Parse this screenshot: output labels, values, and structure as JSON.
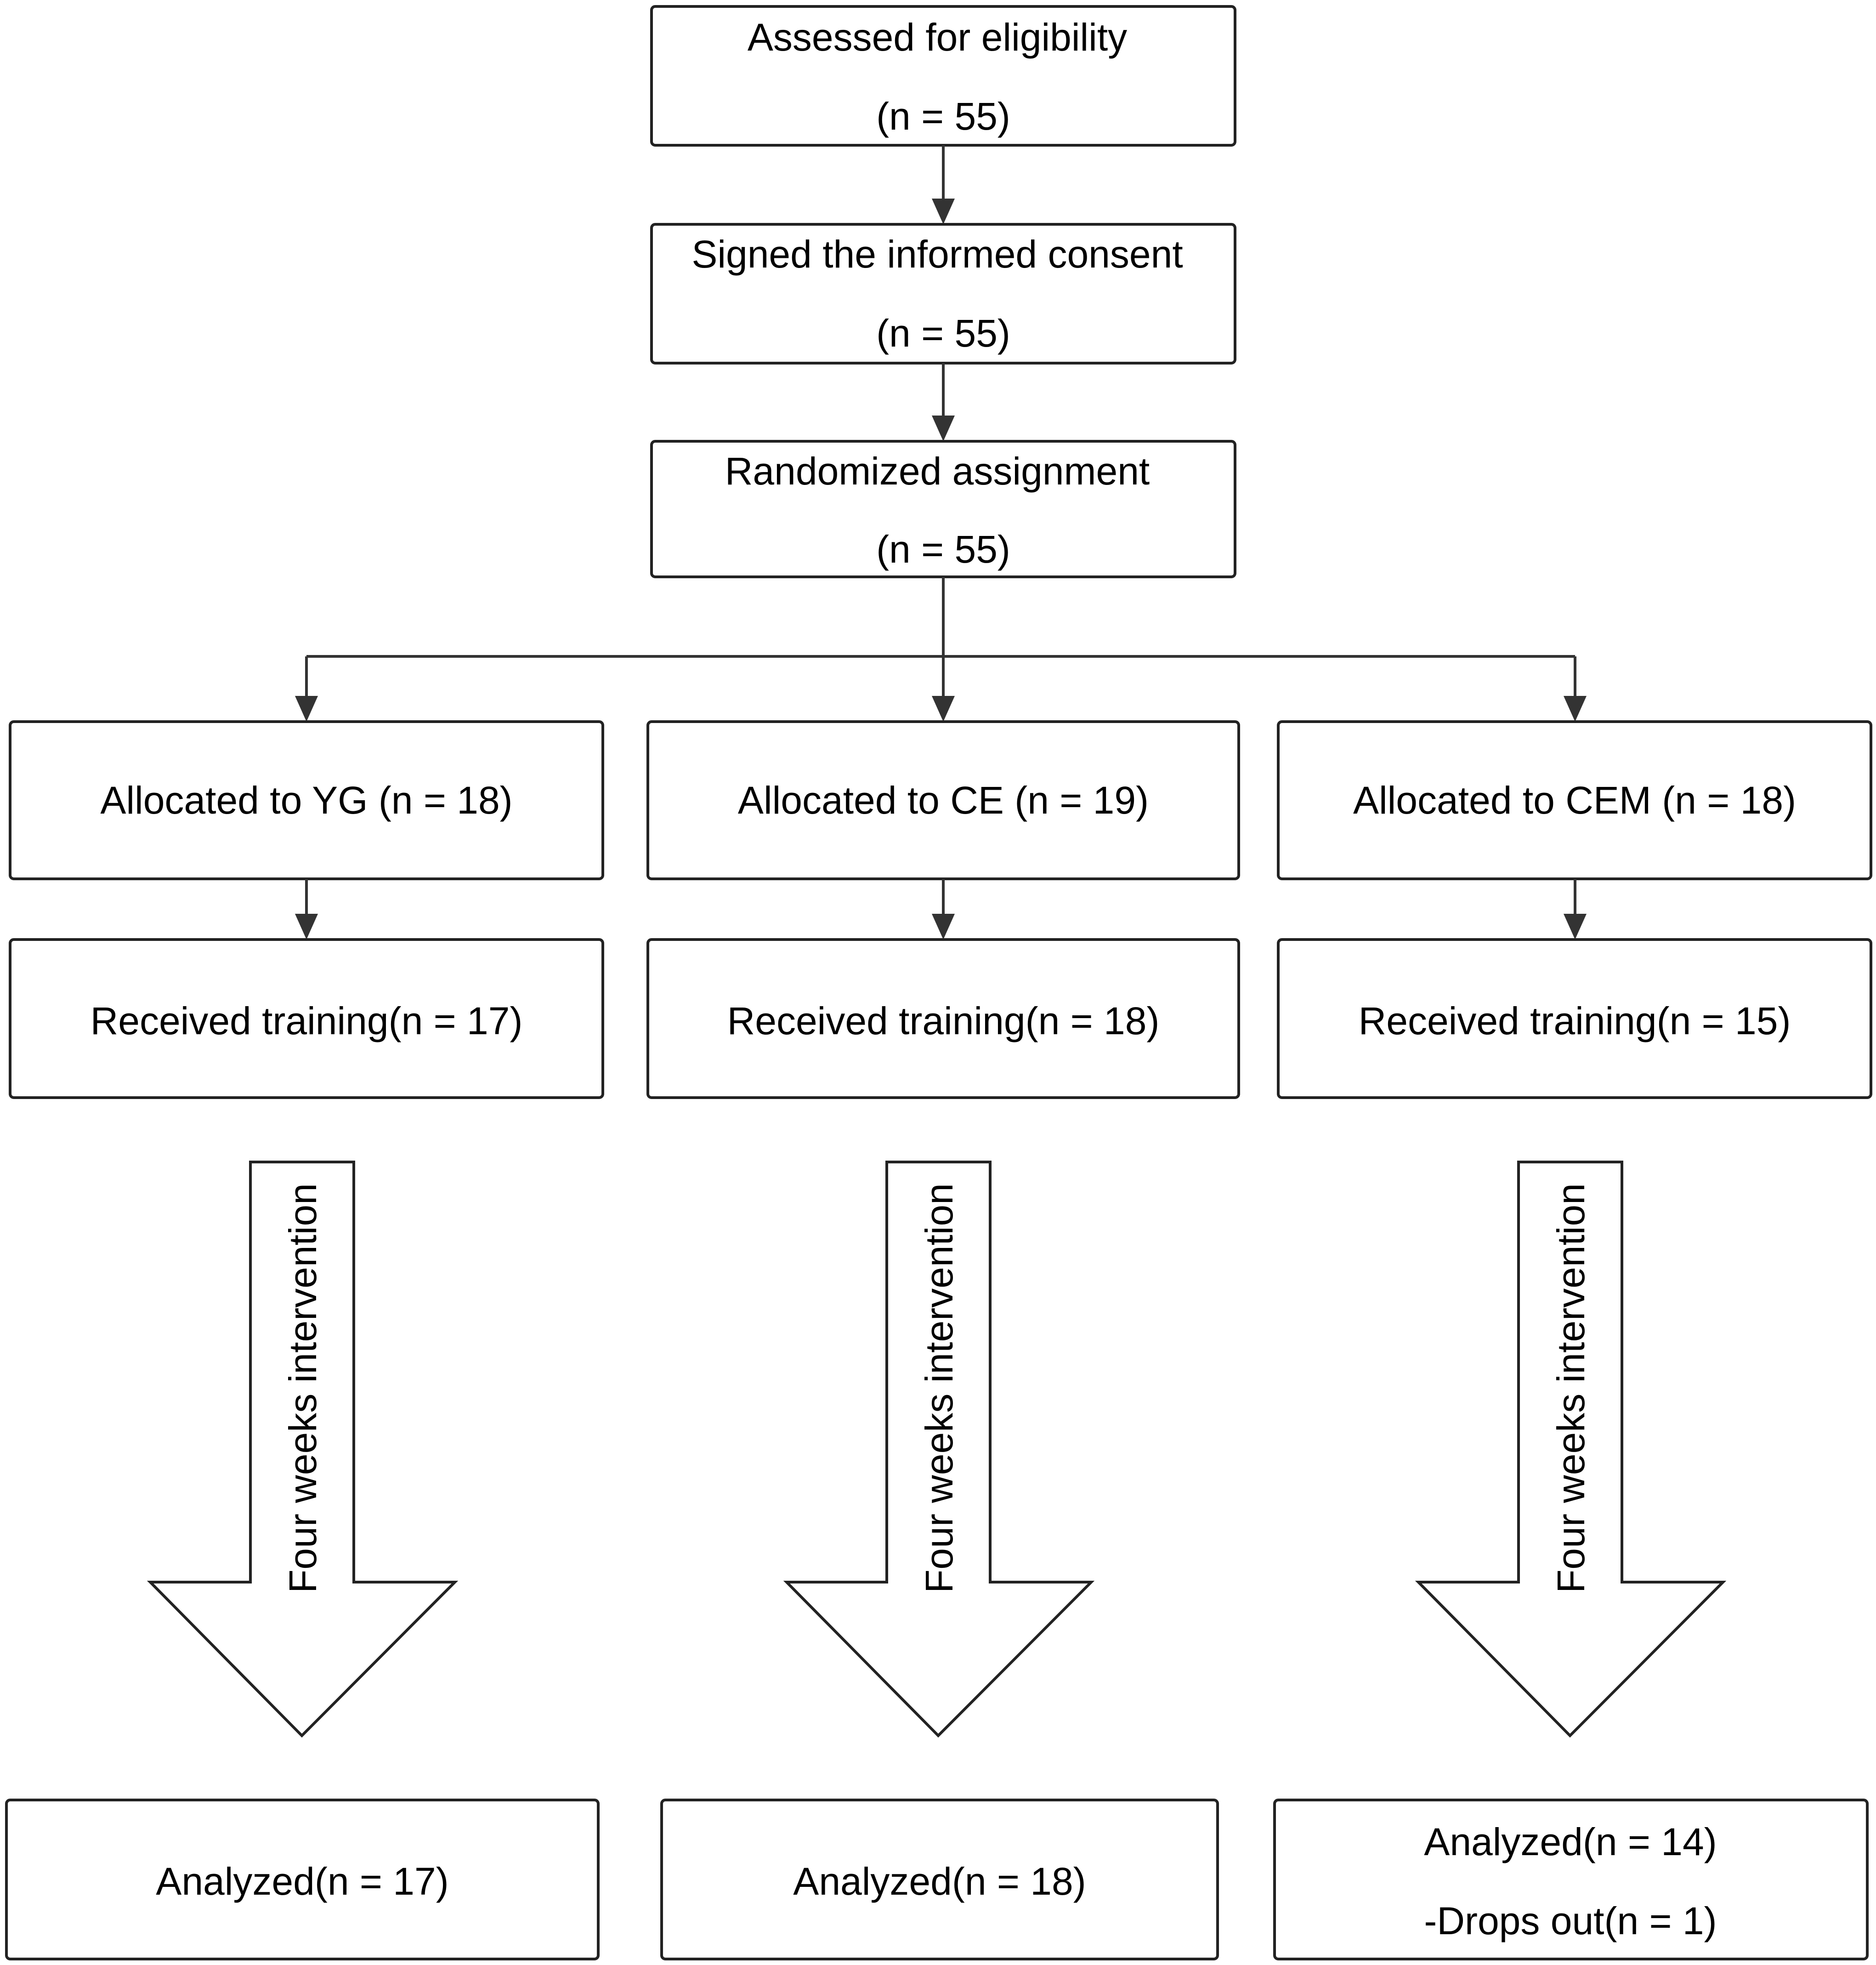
{
  "flow": {
    "assessed": {
      "line1": "Assessed for eligibility",
      "line2": "(n = 55)"
    },
    "consent": {
      "line1": "Signed the informed consent",
      "line2": "(n = 55)"
    },
    "randomized": {
      "line1": "Randomized assignment",
      "line2": "(n = 55)"
    }
  },
  "groups": [
    {
      "allocated": "Allocated to YG (n = 18)",
      "received": "Received training(n = 17)",
      "intervention": "Four weeks intervention",
      "analyzed": "Analyzed(n = 17)"
    },
    {
      "allocated": "Allocated to CE (n = 19)",
      "received": "Received training(n = 18)",
      "intervention": "Four weeks intervention",
      "analyzed": "Analyzed(n = 18)"
    },
    {
      "allocated": "Allocated to CEM (n = 18)",
      "received": "Received training(n = 15)",
      "intervention": "Four weeks intervention",
      "analyzed": "Analyzed(n = 14)",
      "dropout": "-Drops out(n = 1)"
    }
  ]
}
